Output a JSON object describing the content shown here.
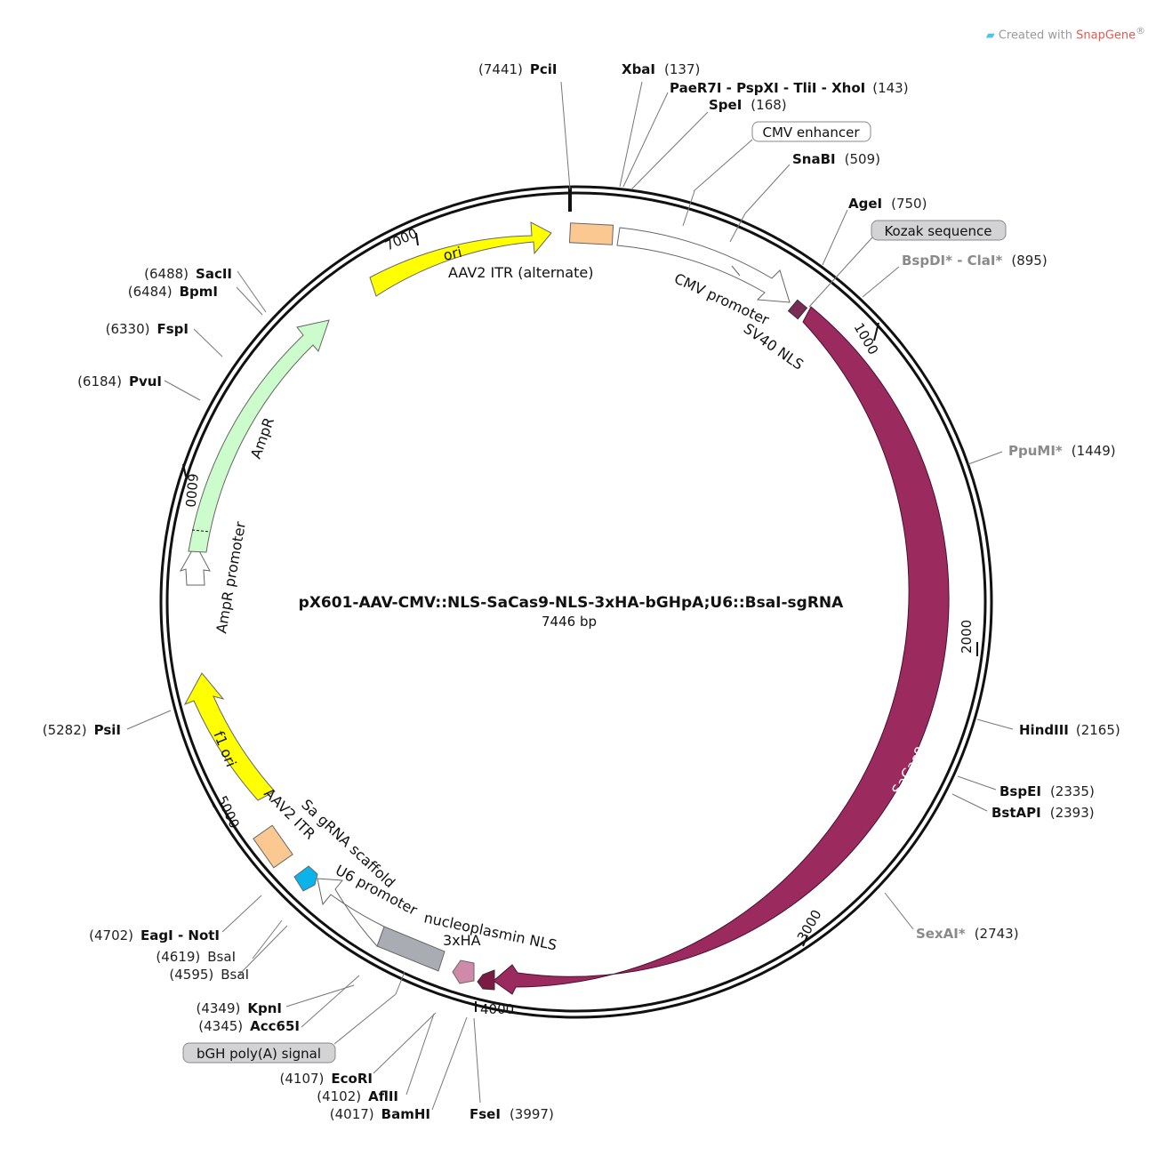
{
  "badge": {
    "text": "Created with ",
    "brand": "SnapGene",
    "reg": "®"
  },
  "plasmid": {
    "name": "pX601-AAV-CMV::NLS-SaCas9-NLS-3xHA-bGHpA;U6::BsaI-sgRNA",
    "length_label": "7446 bp"
  },
  "ticks": [
    "1000",
    "2000",
    "3000",
    "4000",
    "5000",
    "6000",
    "7000"
  ],
  "sites": [
    {
      "pos": "(7441)",
      "name": "PciI"
    },
    {
      "pos": "(137)",
      "name": "XbaI"
    },
    {
      "pos": "(143)",
      "name": "PaeR7I - PspXI - TliI - XhoI"
    },
    {
      "pos": "(168)",
      "name": "SpeI"
    },
    {
      "pos": "(509)",
      "name": "SnaBI"
    },
    {
      "pos": "(750)",
      "name": "AgeI"
    },
    {
      "pos": "(895)",
      "name": "BspDI* - ClaI*"
    },
    {
      "pos": "(1449)",
      "name": "PpuMI*"
    },
    {
      "pos": "(2165)",
      "name": "HindIII"
    },
    {
      "pos": "(2335)",
      "name": "BspEI"
    },
    {
      "pos": "(2393)",
      "name": "BstAPI"
    },
    {
      "pos": "(2743)",
      "name": "SexAI*"
    },
    {
      "pos": "(3997)",
      "name": "FseI"
    },
    {
      "pos": "(4017)",
      "name": "BamHI"
    },
    {
      "pos": "(4102)",
      "name": "AflII"
    },
    {
      "pos": "(4107)",
      "name": "EcoRI"
    },
    {
      "pos": "(4345)",
      "name": "Acc65I"
    },
    {
      "pos": "(4349)",
      "name": "KpnI"
    },
    {
      "pos": "(4595)",
      "name": "BsaI"
    },
    {
      "pos": "(4619)",
      "name": "BsaI"
    },
    {
      "pos": "(4702)",
      "name": "EagI - NotI"
    },
    {
      "pos": "(5282)",
      "name": "PsiI"
    },
    {
      "pos": "(6184)",
      "name": "PvuI"
    },
    {
      "pos": "(6330)",
      "name": "FspI"
    },
    {
      "pos": "(6484)",
      "name": "BpmI"
    },
    {
      "pos": "(6488)",
      "name": "SacII"
    }
  ],
  "boxed": [
    "CMV enhancer",
    "Kozak sequence",
    "bGH poly(A) signal"
  ],
  "features": [
    "ori",
    "AAV2 ITR (alternate)",
    "CMV promoter",
    "SV40 NLS",
    "SaCas9",
    "nucleoplasmin NLS",
    "3xHA",
    "U6 promoter",
    "Sa gRNA scaffold",
    "AAV2 ITR",
    "f1 ori",
    "AmpR promoter",
    "AmpR"
  ],
  "colors": {
    "ori": "#ffff00",
    "itr": "#fcc892",
    "sacas9": "#9b2a5f",
    "ha": "#cf8aaa",
    "ampr": "#ccfccc",
    "scaffold": "#0ab4eb",
    "u6": "#a9adb3"
  }
}
